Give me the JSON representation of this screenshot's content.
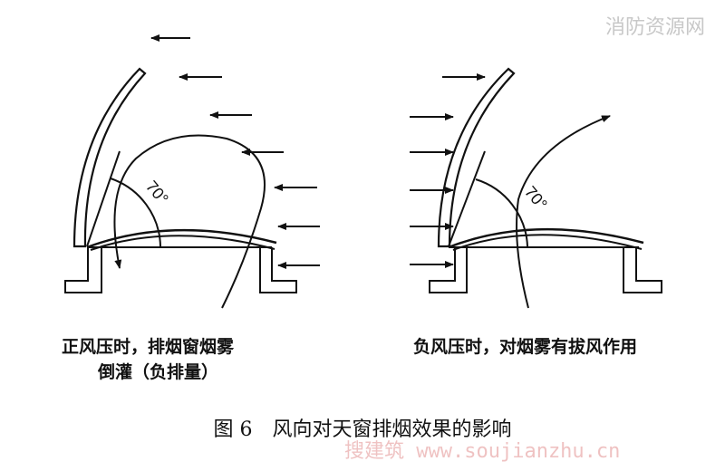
{
  "watermark_top": "消防资源网",
  "watermark_bottom": "搜建筑 www.soujianzhu.cn",
  "left": {
    "angle_label": "70°",
    "caption_line1": "正风压时，排烟窗烟雾",
    "caption_line2": "倒灌（负排量）"
  },
  "right": {
    "angle_label": "70°",
    "caption_line1": "负风压时，对烟雾有拔风作用"
  },
  "figure_caption": "图 6　风向对天窗排烟效果的影响"
}
